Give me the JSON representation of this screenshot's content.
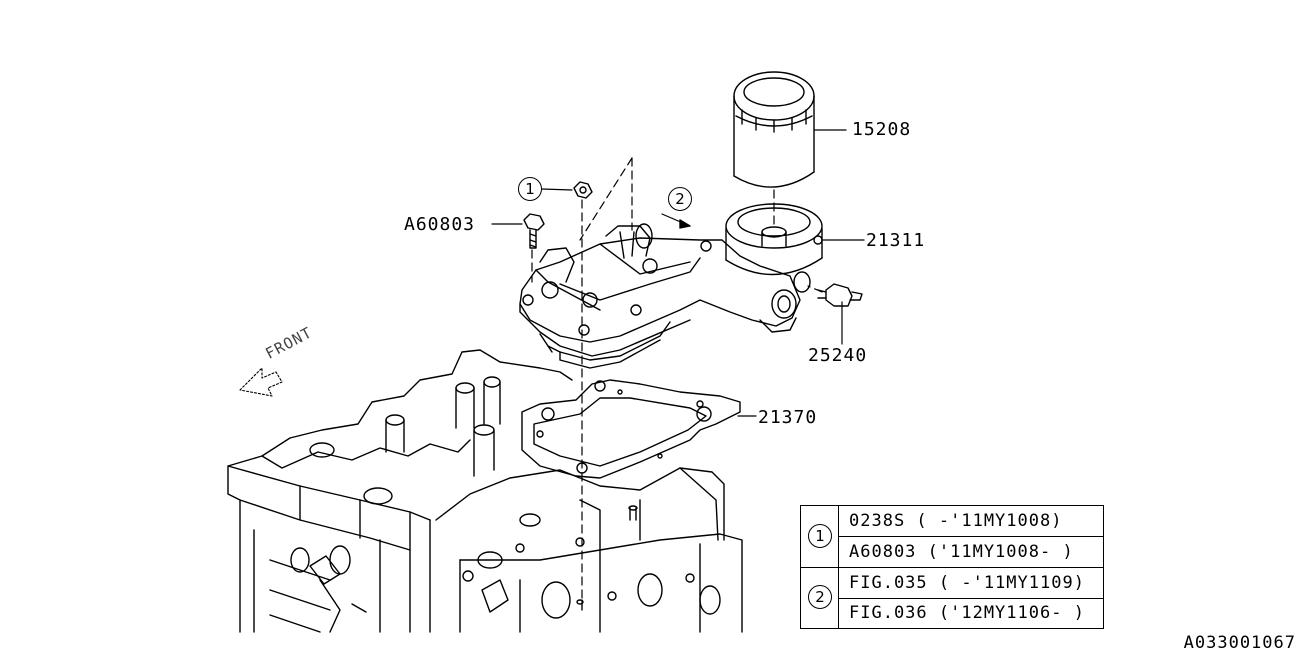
{
  "callouts": {
    "oil_filter": "15208",
    "filter_stand": "21311",
    "oil_pressure_switch": "25240",
    "gasket": "21370",
    "bolt": "A60803",
    "circle_1": "1",
    "circle_2": "2"
  },
  "front_marker": "FRONT",
  "reference_table": {
    "groups": [
      {
        "index": "1",
        "rows": [
          "0238S  ( -'11MY1008)",
          "A60803 ('11MY1008- )"
        ]
      },
      {
        "index": "2",
        "rows": [
          "FIG.035 ( -'11MY1109)",
          "FIG.036 ('12MY1106- )"
        ]
      }
    ]
  },
  "diagram_code": "A033001067"
}
